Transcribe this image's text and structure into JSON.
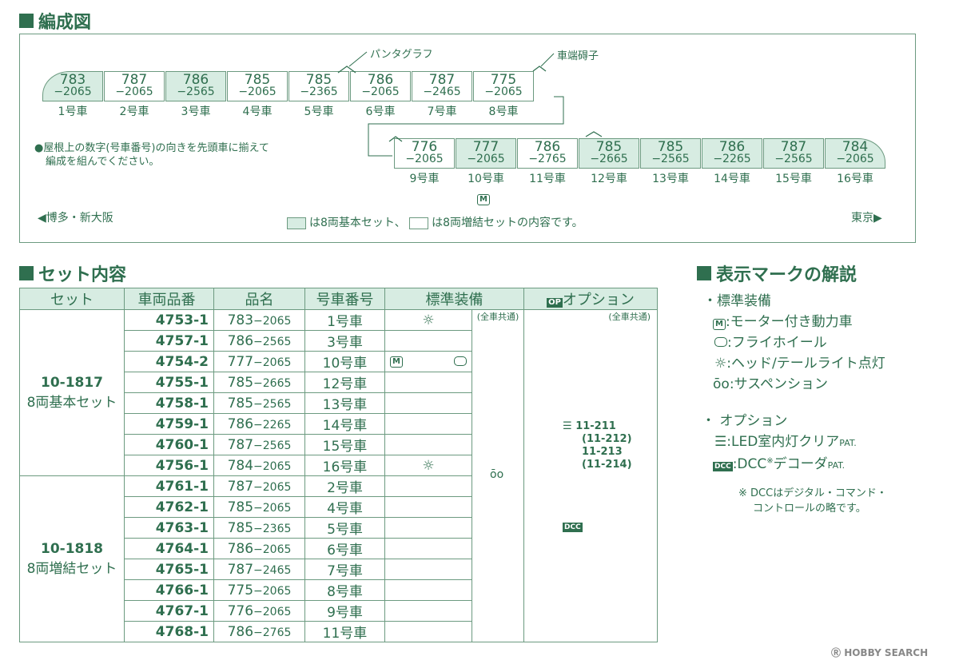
{
  "formation": {
    "title": "編成図",
    "pantograph_label": "パンタグラフ",
    "coupler_label": "車端碍子",
    "row1": [
      {
        "num": "783",
        "sub": "−2065",
        "label": "1号車",
        "basic": true
      },
      {
        "num": "787",
        "sub": "−2065",
        "label": "2号車",
        "basic": false
      },
      {
        "num": "786",
        "sub": "−2565",
        "label": "3号車",
        "basic": true
      },
      {
        "num": "785",
        "sub": "−2065",
        "label": "4号車",
        "basic": false
      },
      {
        "num": "785",
        "sub": "−2365",
        "label": "5号車",
        "basic": false
      },
      {
        "num": "786",
        "sub": "−2065",
        "label": "6号車",
        "basic": false
      },
      {
        "num": "787",
        "sub": "−2465",
        "label": "7号車",
        "basic": false
      },
      {
        "num": "775",
        "sub": "−2065",
        "label": "8号車",
        "basic": false
      }
    ],
    "row2": [
      {
        "num": "776",
        "sub": "−2065",
        "label": "9号車",
        "basic": false
      },
      {
        "num": "777",
        "sub": "−2065",
        "label": "10号車",
        "basic": true
      },
      {
        "num": "786",
        "sub": "−2765",
        "label": "11号車",
        "basic": false
      },
      {
        "num": "785",
        "sub": "−2665",
        "label": "12号車",
        "basic": true
      },
      {
        "num": "785",
        "sub": "−2565",
        "label": "13号車",
        "basic": true
      },
      {
        "num": "786",
        "sub": "−2265",
        "label": "14号車",
        "basic": true
      },
      {
        "num": "787",
        "sub": "−2565",
        "label": "15号車",
        "basic": true
      },
      {
        "num": "784",
        "sub": "−2065",
        "label": "16号車",
        "basic": true
      }
    ],
    "motor_mark": "M",
    "note_line1": "●屋根上の数字(号車番号)の向きを先頭車に揃えて",
    "note_line2": "編成を組んでください。",
    "left_direction": "◀博多・新大阪",
    "right_direction": "東京▶",
    "legend_basic": "は8両基本セット、",
    "legend_extra": "は8両増結セットの内容です。"
  },
  "set_contents": {
    "title": "セット内容",
    "headers": [
      "セット",
      "車両品番",
      "品名",
      "号車番号",
      "標準装備",
      "オプション"
    ],
    "common_note": "(全車共通)",
    "basic_set_code": "10-1817",
    "basic_set_name": "8両基本セット",
    "extra_set_code": "10-1818",
    "extra_set_name": "8両増結セット",
    "rows": [
      {
        "code": "4753-1",
        "name": "783",
        "suf": "−2065",
        "car": "1号車"
      },
      {
        "code": "4757-1",
        "name": "786",
        "suf": "−2565",
        "car": "3号車"
      },
      {
        "code": "4754-2",
        "name": "777",
        "suf": "−2065",
        "car": "10号車"
      },
      {
        "code": "4755-1",
        "name": "785",
        "suf": "−2665",
        "car": "12号車"
      },
      {
        "code": "4758-1",
        "name": "785",
        "suf": "−2565",
        "car": "13号車"
      },
      {
        "code": "4759-1",
        "name": "786",
        "suf": "−2265",
        "car": "14号車"
      },
      {
        "code": "4760-1",
        "name": "787",
        "suf": "−2565",
        "car": "15号車"
      },
      {
        "code": "4756-1",
        "name": "784",
        "suf": "−2065",
        "car": "16号車"
      },
      {
        "code": "4761-1",
        "name": "787",
        "suf": "−2065",
        "car": "2号車"
      },
      {
        "code": "4762-1",
        "name": "785",
        "suf": "−2065",
        "car": "4号車"
      },
      {
        "code": "4763-1",
        "name": "785",
        "suf": "−2365",
        "car": "5号車"
      },
      {
        "code": "4764-1",
        "name": "786",
        "suf": "−2065",
        "car": "6号車"
      },
      {
        "code": "4765-1",
        "name": "787",
        "suf": "−2465",
        "car": "7号車"
      },
      {
        "code": "4766-1",
        "name": "775",
        "suf": "−2065",
        "car": "8号車"
      },
      {
        "code": "4767-1",
        "name": "776",
        "suf": "−2065",
        "car": "9号車"
      },
      {
        "code": "4768-1",
        "name": "786",
        "suf": "−2765",
        "car": "11号車"
      }
    ],
    "option_led_1": "11-211",
    "option_led_2": "(11-212)",
    "option_dcc_1": "11-213",
    "option_dcc_2": "(11-214)"
  },
  "marks": {
    "title": "表示マークの解説",
    "standard_heading": "・標準装備",
    "motor": ":モーター付き動力車",
    "flywheel": ":フライホイール",
    "light": ":ヘッド/テールライト点灯",
    "suspension": ":サスペンション",
    "option_heading": "・ オプション",
    "op_badge": "OP",
    "led": ":LED室内灯クリア",
    "dcc": ":DCC",
    "dcc_tail": "デコーダ",
    "pat": "PAT.",
    "dcc_note1": "※ DCCはデジタル・コマンド・",
    "dcc_note2": "コントロールの略です。"
  },
  "footer": {
    "logo": "HOBBY SEARCH"
  }
}
